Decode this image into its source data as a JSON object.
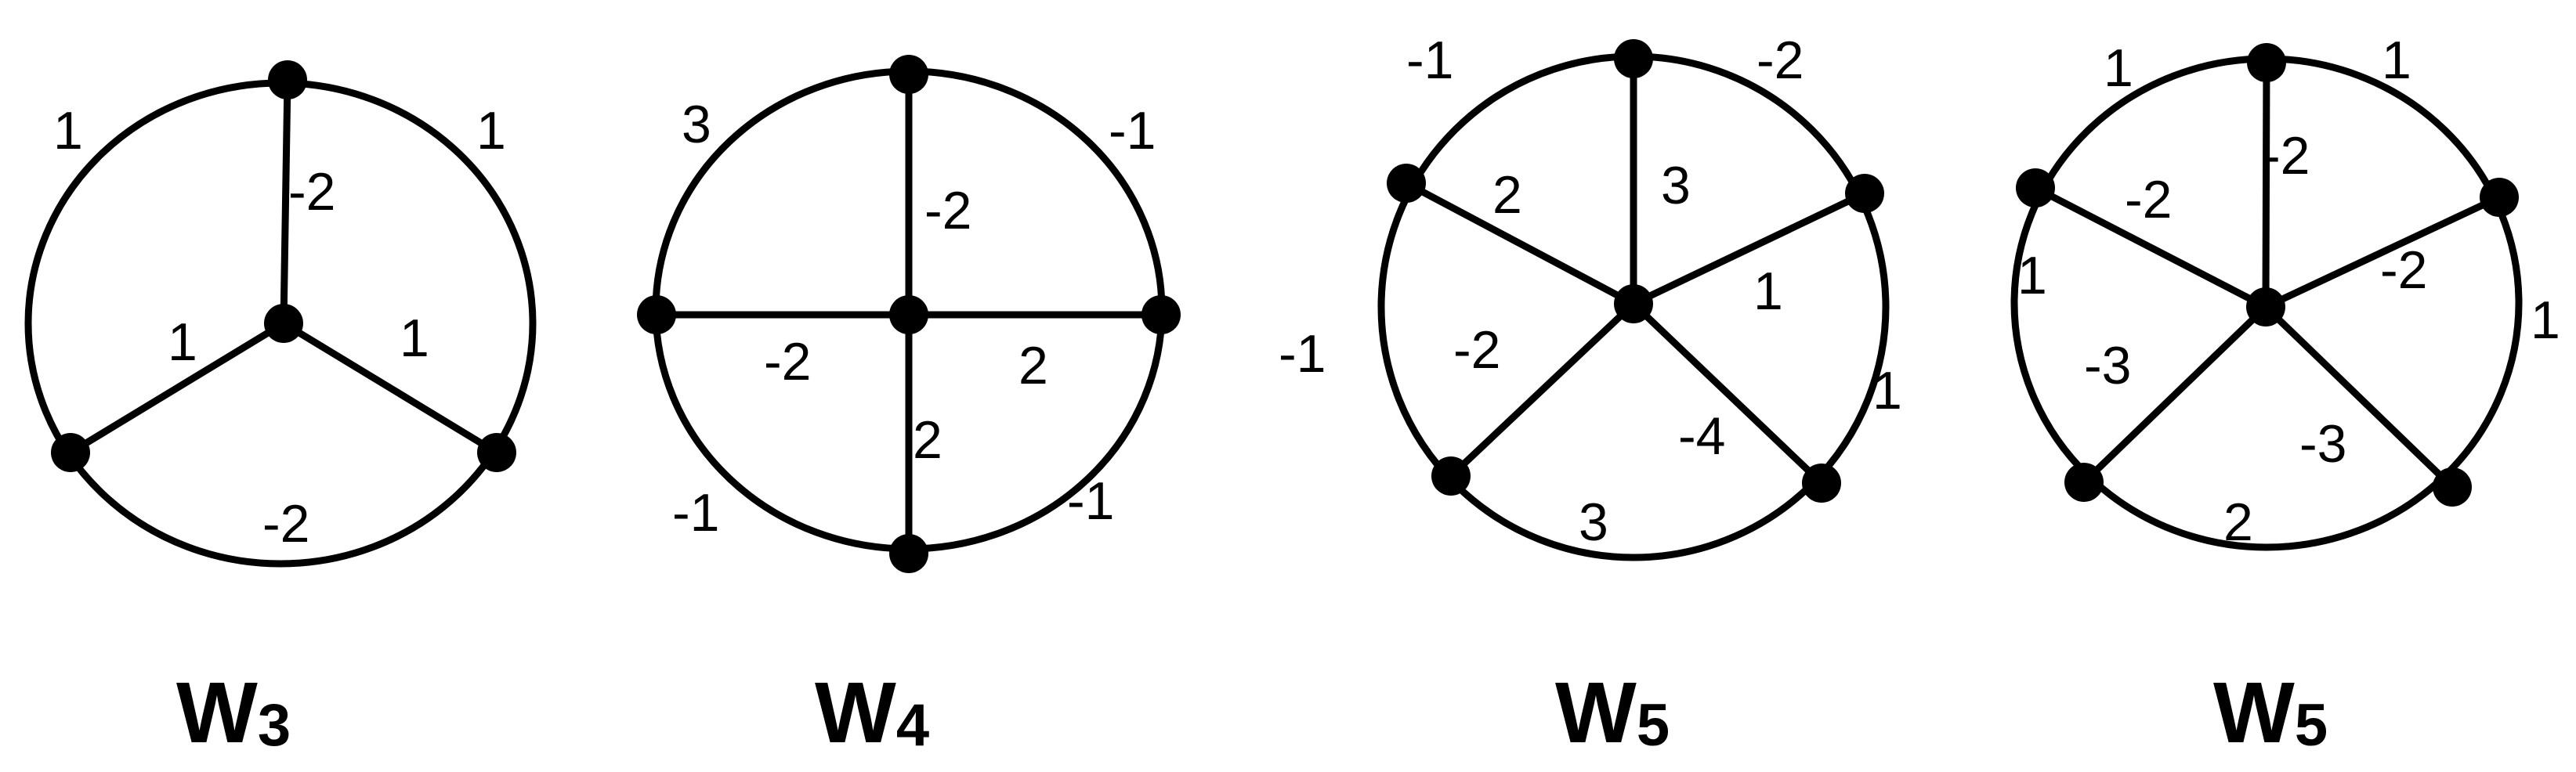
{
  "graphs": [
    {
      "name": "W",
      "subscript": "3",
      "rim_weights": [
        "1",
        "1",
        "-2"
      ],
      "spoke_weights": [
        "-2",
        "1",
        "1"
      ]
    },
    {
      "name": "W",
      "subscript": "4",
      "rim_weights": [
        "3",
        "-1",
        "-1",
        "-1"
      ],
      "spoke_weights": [
        "-2",
        "2",
        "2",
        "-2"
      ]
    },
    {
      "name": "W",
      "subscript": "5",
      "rim_weights": [
        "-1",
        "-2",
        "1",
        "3",
        "-1"
      ],
      "spoke_weights": [
        "3",
        "2",
        "1",
        "-4",
        "-2"
      ]
    },
    {
      "name": "W",
      "subscript": "5",
      "rim_weights": [
        "1",
        "1",
        "1",
        "2",
        "1"
      ],
      "spoke_weights": [
        "-2",
        "-2",
        "-2",
        "-3",
        "-3"
      ]
    }
  ]
}
